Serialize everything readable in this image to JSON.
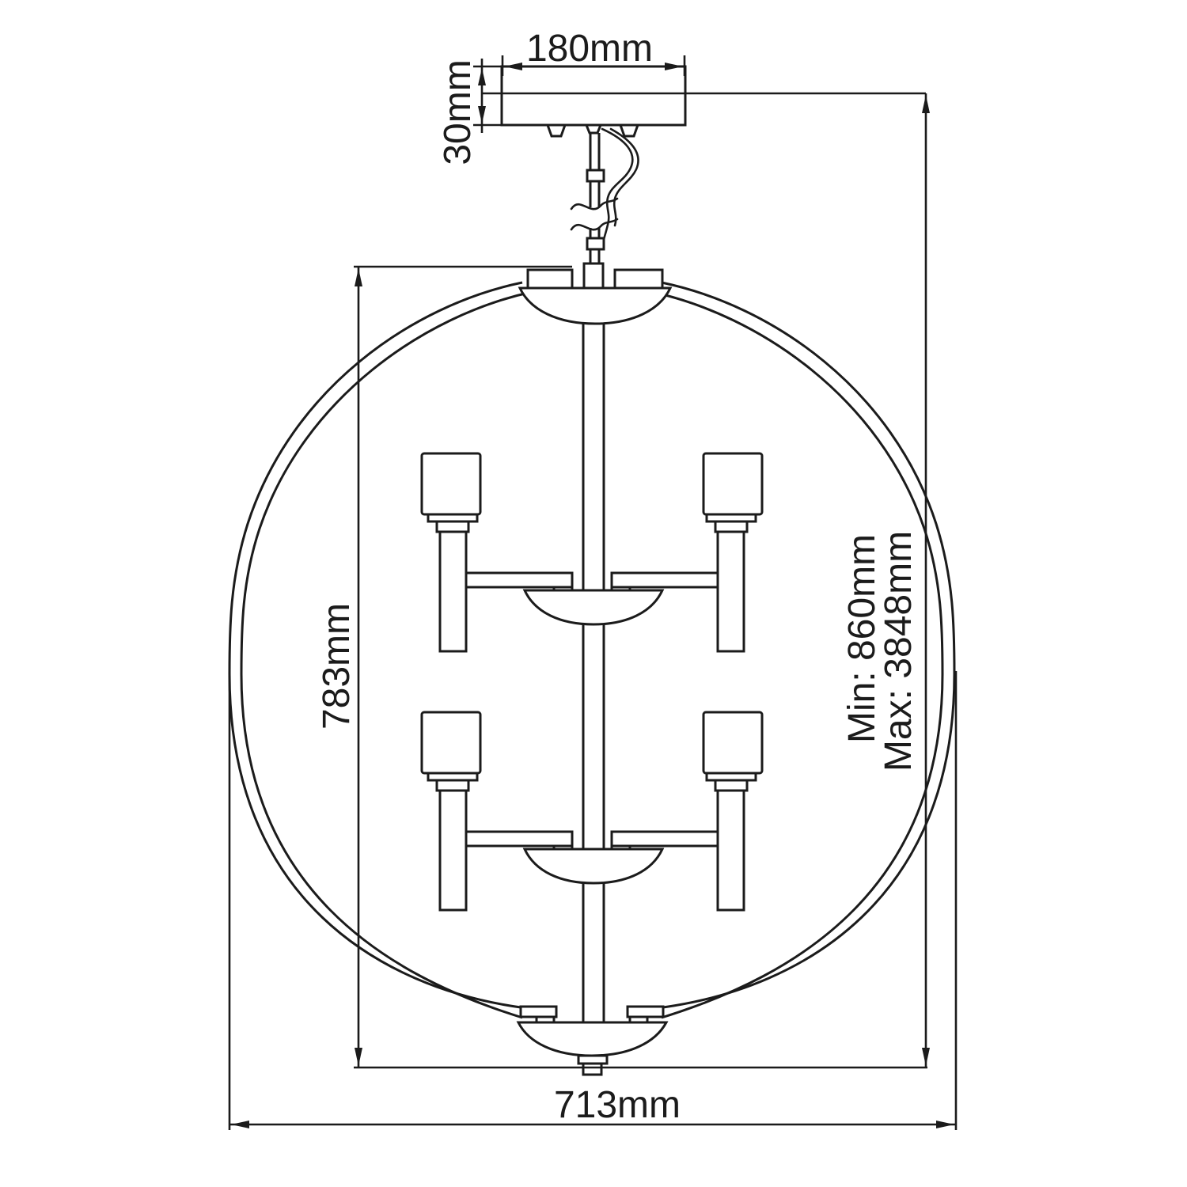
{
  "title": "Chandelier dimension drawing",
  "colors": {
    "line": "#1b1b1b",
    "background": "#ffffff"
  },
  "labels": {
    "canopy_width": "180mm",
    "canopy_height": "30mm",
    "body_height": "783mm",
    "body_width": "713mm",
    "drop_min": "Min: 860mm",
    "drop_max": "Max: 3848mm"
  }
}
